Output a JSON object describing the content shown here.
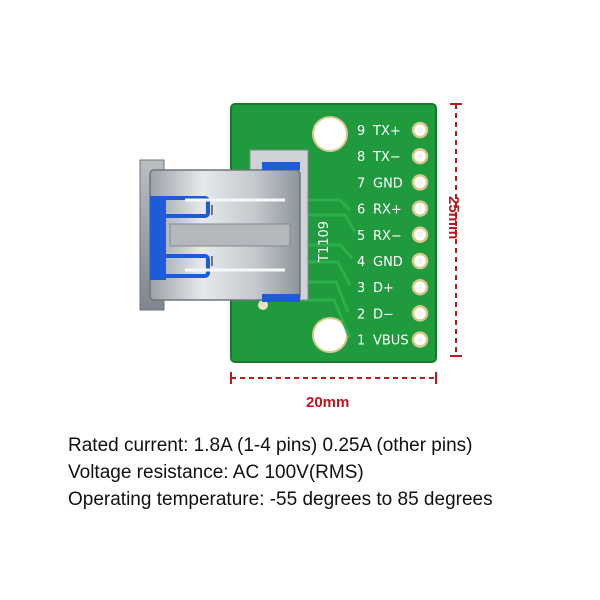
{
  "board": {
    "silkscreen_code": "T1109",
    "pins": [
      {
        "number": "9",
        "name": "TX+"
      },
      {
        "number": "8",
        "name": "TX−"
      },
      {
        "number": "7",
        "name": "GND"
      },
      {
        "number": "6",
        "name": "RX+"
      },
      {
        "number": "5",
        "name": "RX−"
      },
      {
        "number": "4",
        "name": "GND"
      },
      {
        "number": "3",
        "name": "D+"
      },
      {
        "number": "2",
        "name": "D−"
      },
      {
        "number": "1",
        "name": "VBUS"
      }
    ]
  },
  "dimensions": {
    "width": "20mm",
    "height": "25mm"
  },
  "specs": [
    "Rated current: 1.8A (1-4 pins) 0.25A (other pins)",
    "Voltage resistance: AC 100V(RMS)",
    "Operating temperature: -55 degrees to 85 degrees"
  ],
  "colors": {
    "pcb": "#1f9a3c",
    "pcb_edge": "#167a2e",
    "dimension": "#c0161c",
    "usb_blue": "#1e5bd8"
  }
}
